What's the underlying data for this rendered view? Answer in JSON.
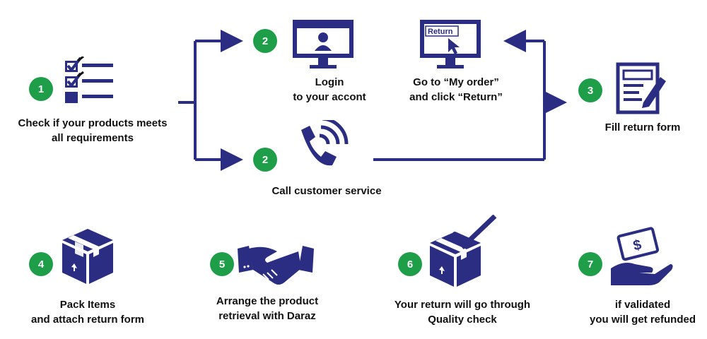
{
  "colors": {
    "primary": "#2b2d82",
    "badge": "#1e9e49",
    "text": "#111111"
  },
  "steps": {
    "check": {
      "number": "1",
      "line1": "Check if your products meets",
      "line2": "all requirements",
      "icon": "checklist-icon"
    },
    "login": {
      "number": "2",
      "line1": "Login",
      "line2": "to your accont",
      "icon": "monitor-user-icon"
    },
    "myorder": {
      "line1": "Go to “My order”",
      "line2": "and click “Return”",
      "screen_text": "Return",
      "icon": "monitor-cursor-icon"
    },
    "call": {
      "number": "2",
      "line1": "Call customer service",
      "icon": "phone-icon"
    },
    "fill": {
      "number": "3",
      "line1": "Fill return form",
      "icon": "form-pen-icon"
    },
    "pack": {
      "number": "4",
      "line1": "Pack Items",
      "line2": "and attach return form",
      "icon": "box-icon"
    },
    "arrange": {
      "number": "5",
      "line1": "Arrange the product",
      "line2": "retrieval with Daraz",
      "icon": "handshake-icon"
    },
    "quality": {
      "number": "6",
      "line1": "Your return will go through",
      "line2": "Quality check",
      "icon": "box-check-icon"
    },
    "refund": {
      "number": "7",
      "line1": "if validated",
      "line2": "you will get refunded",
      "icon": "hand-money-icon"
    }
  }
}
